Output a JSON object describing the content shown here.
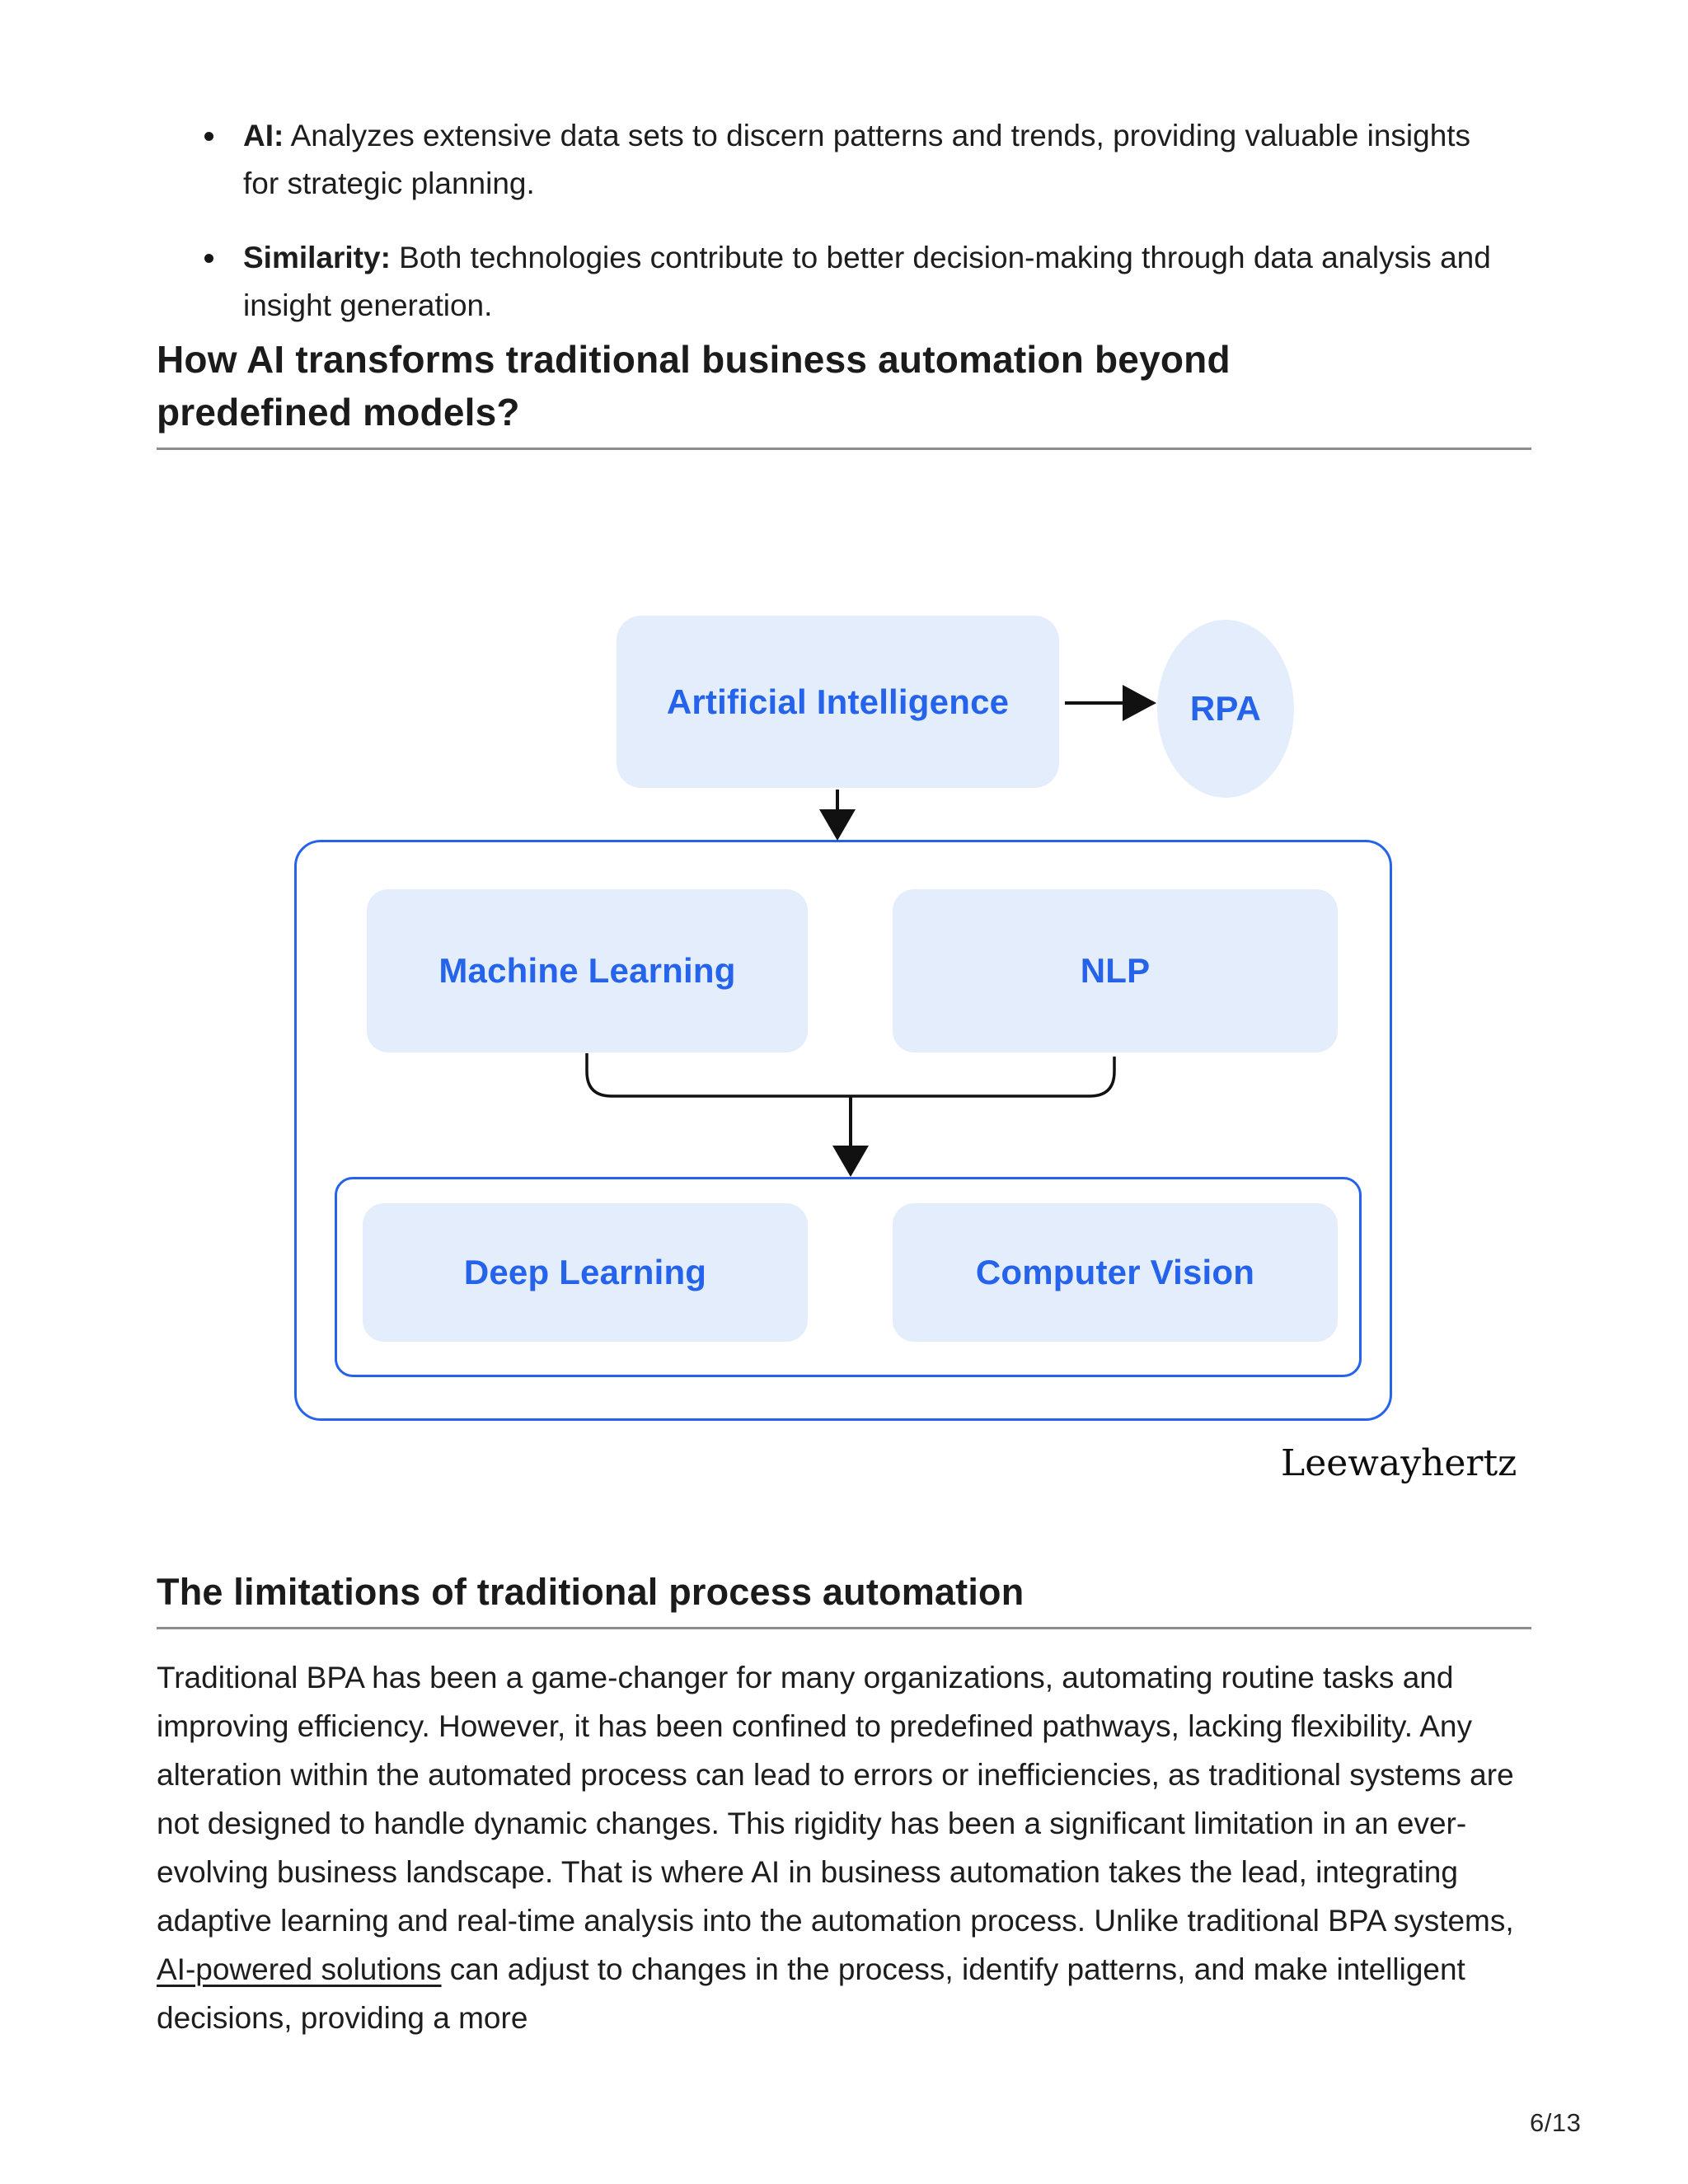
{
  "page": {
    "bullets": [
      {
        "label": "AI:",
        "text": " Analyzes extensive data sets to discern patterns and trends, providing valuable insights for strategic planning."
      },
      {
        "label": "Similarity:",
        "text": " Both technologies contribute to better decision-making through data analysis and insight generation."
      }
    ],
    "heading1": "How AI transforms traditional business automation beyond predefined models?",
    "heading2": "The limitations of traditional process automation",
    "paragraph": {
      "before": "Traditional BPA has been a game-changer for many organizations, automating routine tasks and improving efficiency. However, it has been confined to predefined pathways, lacking flexibility. Any alteration within the automated process can lead to errors or inefficiencies, as traditional systems are not designed to handle dynamic changes. This rigidity has been a significant limitation in an ever-evolving business landscape. That is where AI in business automation takes the lead, integrating adaptive learning and real-time analysis into the automation process. Unlike traditional BPA systems, ",
      "link_text": "AI-powered solutions",
      "after": " can adjust to changes in the process, identify patterns, and make intelligent decisions, providing a more"
    },
    "page_number": "6/13",
    "colors": {
      "text": "#1d1d1d",
      "rule": "#8e8e8e"
    }
  },
  "diagram": {
    "nodes": {
      "ai": "Artificial Intelligence",
      "rpa": "RPA",
      "ml": "Machine Learning",
      "nlp": "NLP",
      "dl": "Deep Learning",
      "cv": "Computer Vision"
    },
    "watermark": "Leewayhertz",
    "colors": {
      "node_fill": "#e4edfc",
      "node_text": "#2563eb",
      "container_border": "#2563eb",
      "connector": "#111111"
    }
  }
}
